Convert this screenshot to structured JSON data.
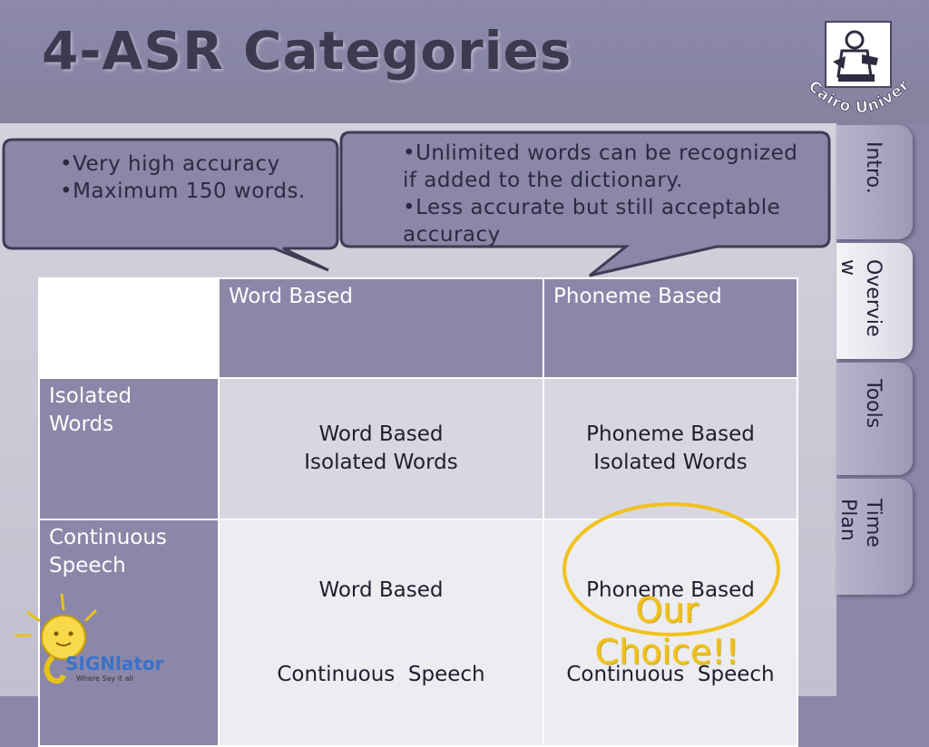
{
  "header": {
    "title": "4-ASR Categories",
    "logo_text": "Cairo University"
  },
  "tabs": [
    {
      "label": "Intro.",
      "active": false
    },
    {
      "label": "Overvie\nw",
      "active": true
    },
    {
      "label": "Tools",
      "active": false
    },
    {
      "label": "Time\nPlan",
      "active": false
    }
  ],
  "callouts": {
    "left": [
      "•Very high accuracy",
      "•Maximum 150 words."
    ],
    "right": [
      "•Unlimited words can be recognized",
      "if added to the dictionary.",
      "•Less accurate but still acceptable",
      "accuracy"
    ]
  },
  "table": {
    "headers": [
      "",
      "Word Based",
      "Phoneme Based"
    ],
    "rows": [
      {
        "label": [
          "Isolated",
          "Words"
        ],
        "cells": [
          [
            "Word Based",
            "Isolated Words"
          ],
          [
            "Phoneme Based",
            "Isolated Words"
          ]
        ]
      },
      {
        "label": [
          "Continuous",
          "Speech"
        ],
        "cells": [
          [
            "Word Based",
            "Continuous  Speech"
          ],
          [
            "Phoneme Based",
            "Continuous  Speech"
          ]
        ]
      }
    ]
  },
  "annotation": {
    "line1": "Our",
    "line2": "Choice!!"
  },
  "signlogo": {
    "name": "SIGNlator",
    "tagline": "Where Say it all"
  },
  "colors": {
    "background": "#8a87a8",
    "content": "#cfcedb",
    "table_header": "#8a87a8",
    "highlight": "#f2c21c",
    "title": "#3c3a4f"
  }
}
